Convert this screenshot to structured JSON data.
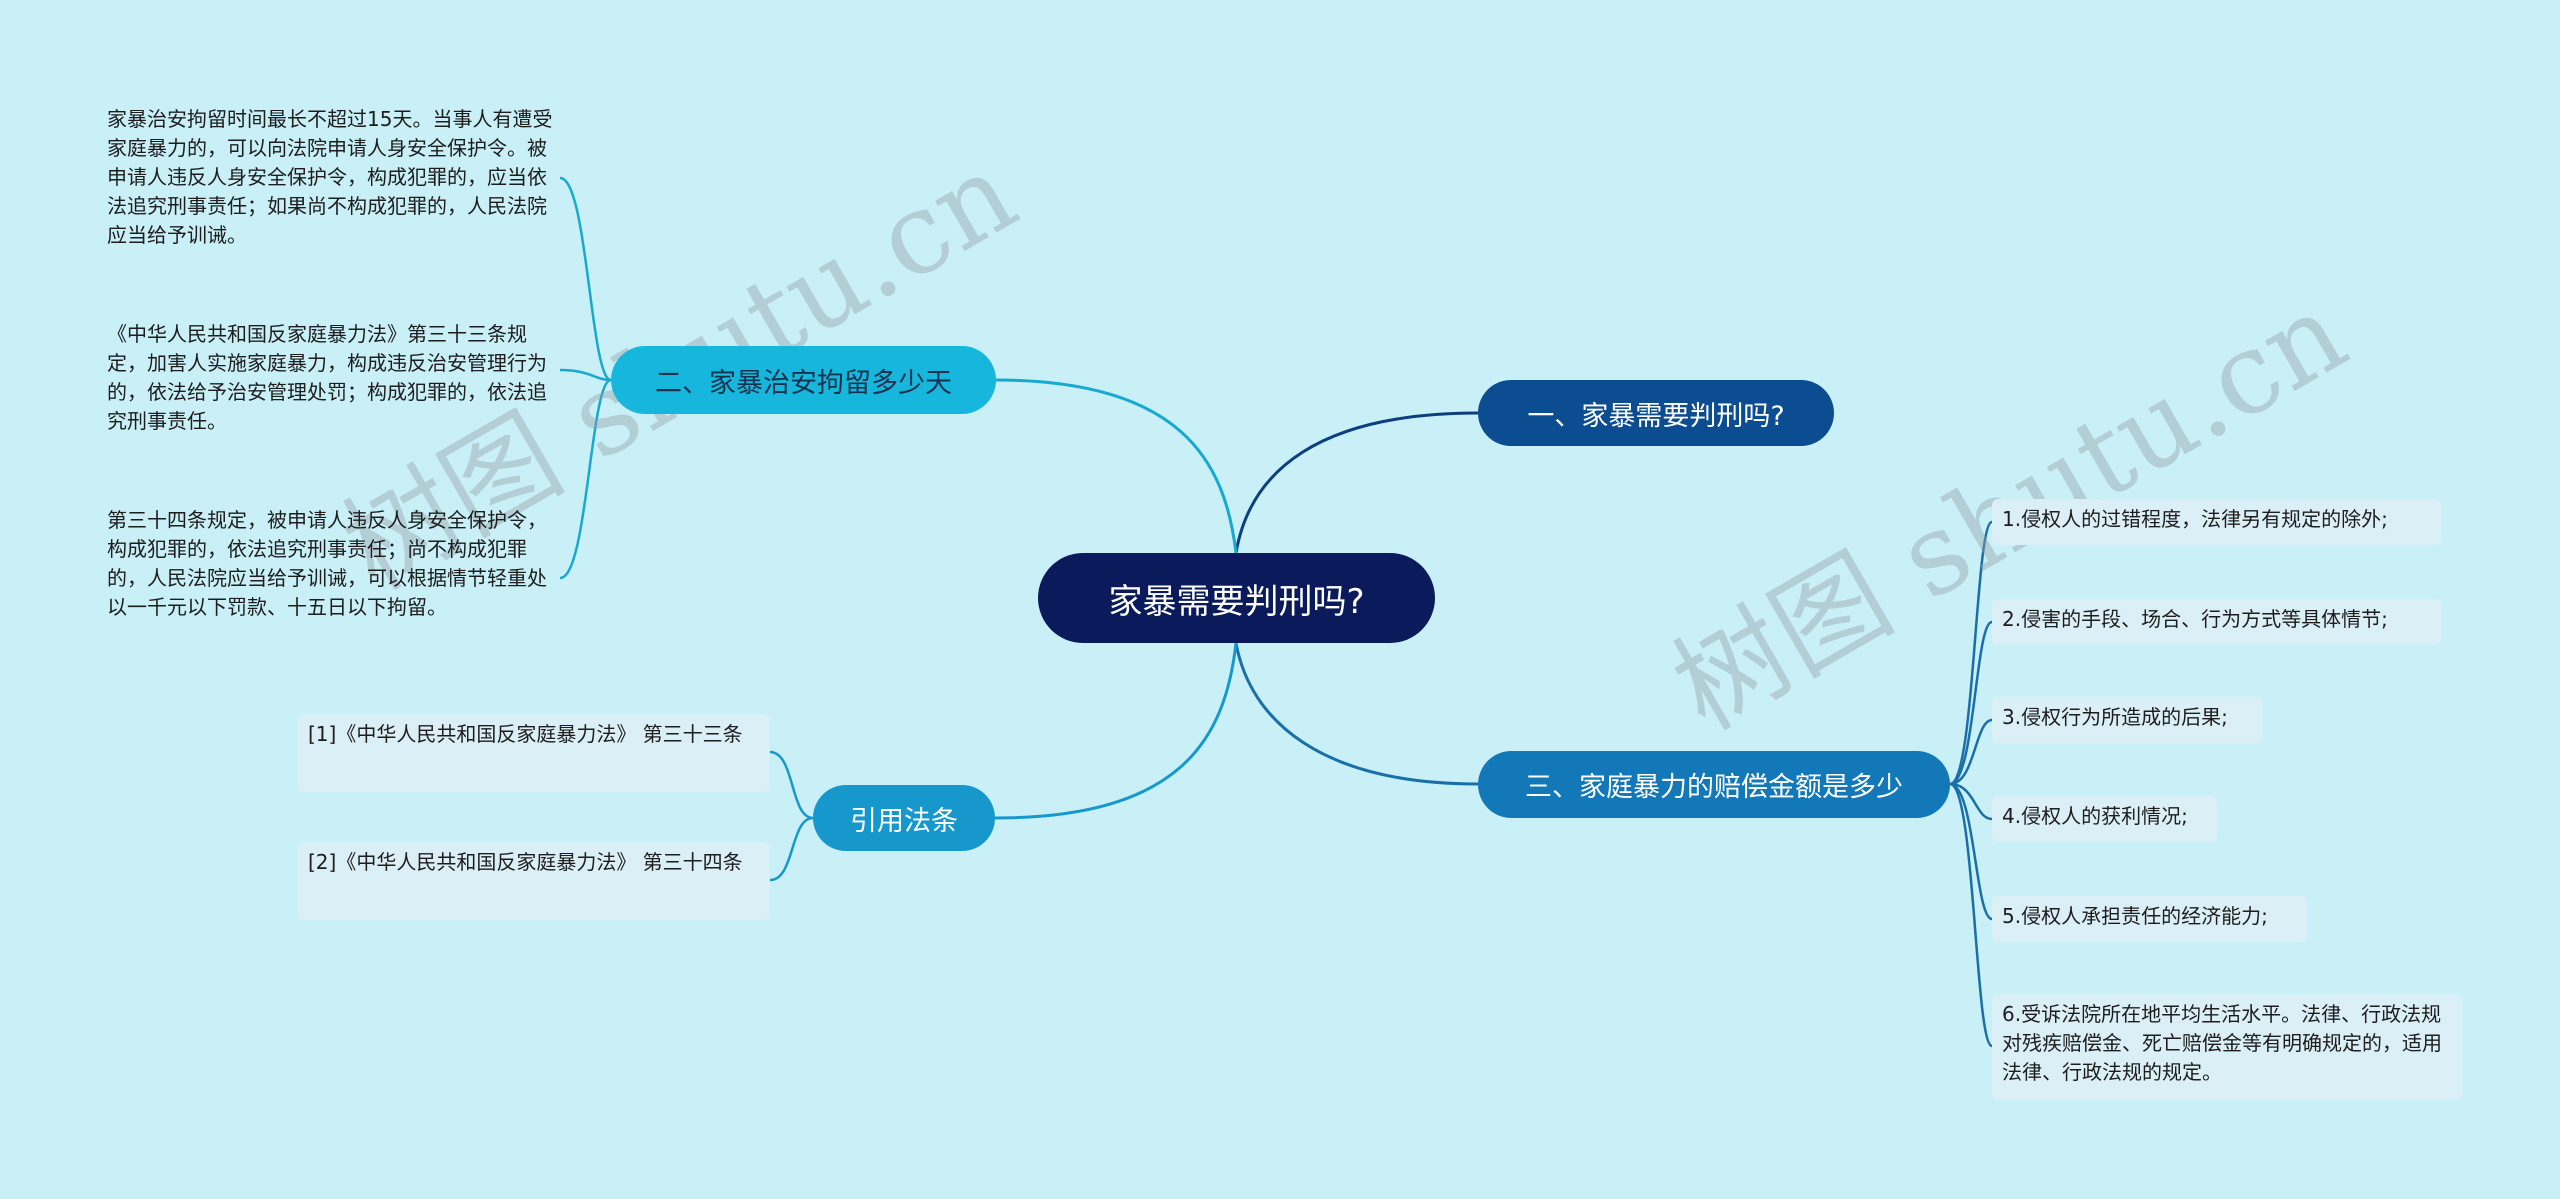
{
  "root": {
    "label": "家暴需要判刑吗?"
  },
  "branches": {
    "b1": {
      "label": "一、家暴需要判刑吗?"
    },
    "b2": {
      "label": "二、家暴治安拘留多少天"
    },
    "b3": {
      "label": "三、家庭暴力的赔偿金额是多少"
    },
    "b4": {
      "label": "引用法条"
    }
  },
  "b2_leaves": [
    {
      "text": "家暴治安拘留时间最长不超过15天。当事人有遭受家庭暴力的，可以向法院申请人身安全保护令。被申请人违反人身安全保护令，构成犯罪的，应当依法追究刑事责任；如果尚不构成犯罪的，人民法院应当给予训诫。"
    },
    {
      "text": "《中华人民共和国反家庭暴力法》第三十三条规定，加害人实施家庭暴力，构成违反治安管理行为的，依法给予治安管理处罚；构成犯罪的，依法追究刑事责任。"
    },
    {
      "text": "第三十四条规定，被申请人违反人身安全保护令，构成犯罪的，依法追究刑事责任；尚不构成犯罪的，人民法院应当给予训诫，可以根据情节轻重处以一千元以下罚款、十五日以下拘留。"
    }
  ],
  "b3_leaves": [
    {
      "text": "1.侵权人的过错程度，法律另有规定的除外;"
    },
    {
      "text": "2.侵害的手段、场合、行为方式等具体情节;"
    },
    {
      "text": "3.侵权行为所造成的后果;"
    },
    {
      "text": "4.侵权人的获利情况;"
    },
    {
      "text": "5.侵权人承担责任的经济能力;"
    },
    {
      "text": "6.受诉法院所在地平均生活水平。法律、行政法规对残疾赔偿金、死亡赔偿金等有明确规定的，适用法律、行政法规的规定。"
    }
  ],
  "b4_leaves": [
    {
      "text": "[1]《中华人民共和国反家庭暴力法》 第三十三条"
    },
    {
      "text": "[2]《中华人民共和国反家庭暴力法》 第三十四条"
    }
  ],
  "watermarks": [
    "树图 shutu.cn",
    "树图 shutu.cn"
  ],
  "colors": {
    "background": "#c9eff7",
    "root": "#0b1a5b",
    "branch1": "#0c4d91",
    "branch2": "#17b6dc",
    "branch3": "#1278b8",
    "branch4": "#1698cc"
  }
}
